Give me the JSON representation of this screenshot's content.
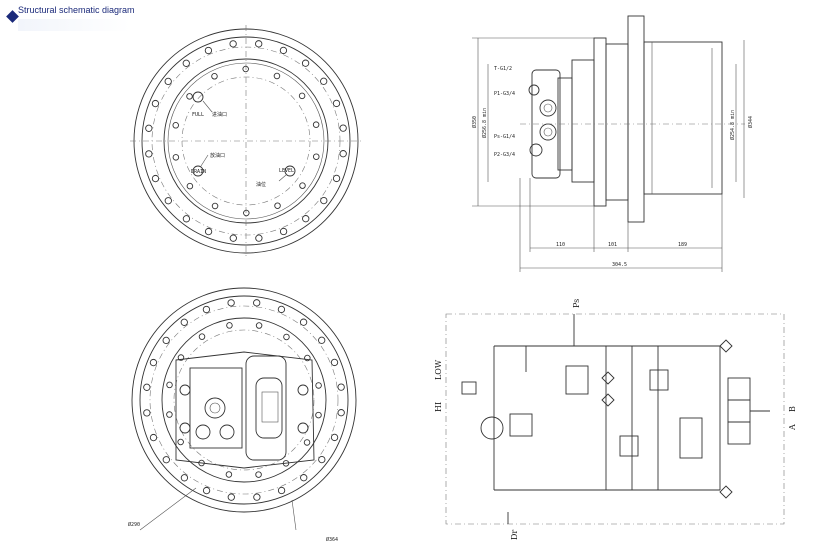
{
  "header": {
    "title": "Structural schematic diagram"
  },
  "front_view": {
    "label_full": "FULL",
    "label_fill_cn": "进油口",
    "label_drain": "DRAIN",
    "label_drain_cn": "放油口",
    "label_level": "LEVEL",
    "label_level_cn": "油位"
  },
  "side_view": {
    "port_t": "T-G1/2",
    "port_p1": "P1-G3/4",
    "port_ps": "Ps-G1/4",
    "port_p2": "P2-G3/4",
    "dim_left_a": "Ø350",
    "dim_left_b": "Ø256.8 min",
    "dim_right_a": "Ø254.8 min",
    "dim_right_b": "Ø344",
    "dim_110": "110",
    "dim_101": "101",
    "dim_189": "189",
    "dim_total": "304.5"
  },
  "rear_view": {
    "dim_d290": "Ø290",
    "dim_d364": "Ø364"
  },
  "hydraulic": {
    "ps": "Ps",
    "dr": "Dr",
    "hi": "HI",
    "low": "LOW",
    "a": "A",
    "b": "B"
  }
}
